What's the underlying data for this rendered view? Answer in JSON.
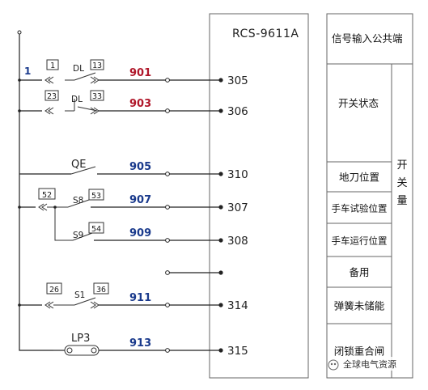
{
  "device": {
    "title": "RCS-9611A"
  },
  "row_number": "1",
  "contacts": {
    "r1_left": "1",
    "r1_label": "DL",
    "r1_right": "13",
    "r2_left": "23",
    "r2_label": "DL",
    "r2_right": "33",
    "qe_label": "QE",
    "s8_box_a": "52",
    "s8_label": "S8",
    "s8_box_b": "53",
    "s9_label": "S9",
    "s9_box": "54",
    "s1_left": "26",
    "s1_label": "S1",
    "s1_right": "36",
    "lp_label": "LP3"
  },
  "wires": [
    {
      "num": "901",
      "term": "305",
      "color": "red"
    },
    {
      "num": "903",
      "term": "306",
      "color": "red"
    },
    {
      "num": "905",
      "term": "310",
      "color": "blue"
    },
    {
      "num": "907",
      "term": "307",
      "color": "blue"
    },
    {
      "num": "909",
      "term": "308",
      "color": "blue"
    },
    {
      "num": "911",
      "term": "314",
      "color": "blue"
    },
    {
      "num": "913",
      "term": "315",
      "color": "blue"
    }
  ],
  "side_table": {
    "common": "信号输入公共端",
    "switch_status": "开关状态",
    "items": [
      "地刀位置",
      "手车试验位置",
      "手车运行位置",
      "备用",
      "弹簧未储能",
      "闭锁重合闸"
    ],
    "group_label": [
      "开",
      "关",
      "量"
    ]
  },
  "watermark": "全球电气资源",
  "colors": {
    "red": "#b0172a",
    "blue": "#1a3a8c",
    "line": "#222222"
  }
}
